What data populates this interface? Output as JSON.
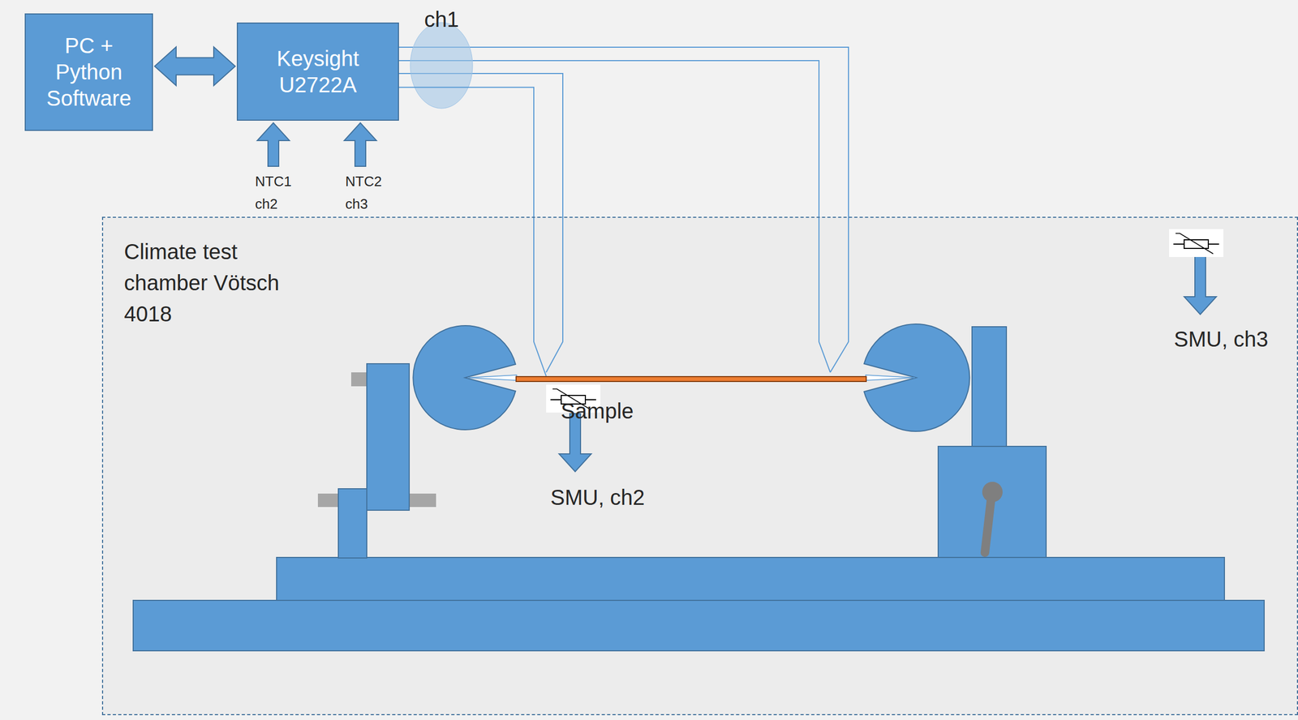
{
  "diagram": {
    "nodes": [
      {
        "text": [
          "PC + Python Software"
        ]
      },
      {
        "text": [
          "Keysight U2722A"
        ]
      },
      {
        "text": [
          "Climate test chamber Vötsch 4018"
        ]
      },
      {
        "text": [
          "Sample"
        ],
        "in": 2
      }
    ],
    "edges": [
      {
        "from": 0,
        "to": 1,
        "arrow": "both"
      },
      {
        "from": 1,
        "to": 3,
        "arrow": "none",
        "label": "ch1"
      }
    ],
    "labels": [
      "NTC1 ch2",
      "NTC2 ch3",
      "SMU, ch2",
      "SMU, ch3"
    ]
  }
}
